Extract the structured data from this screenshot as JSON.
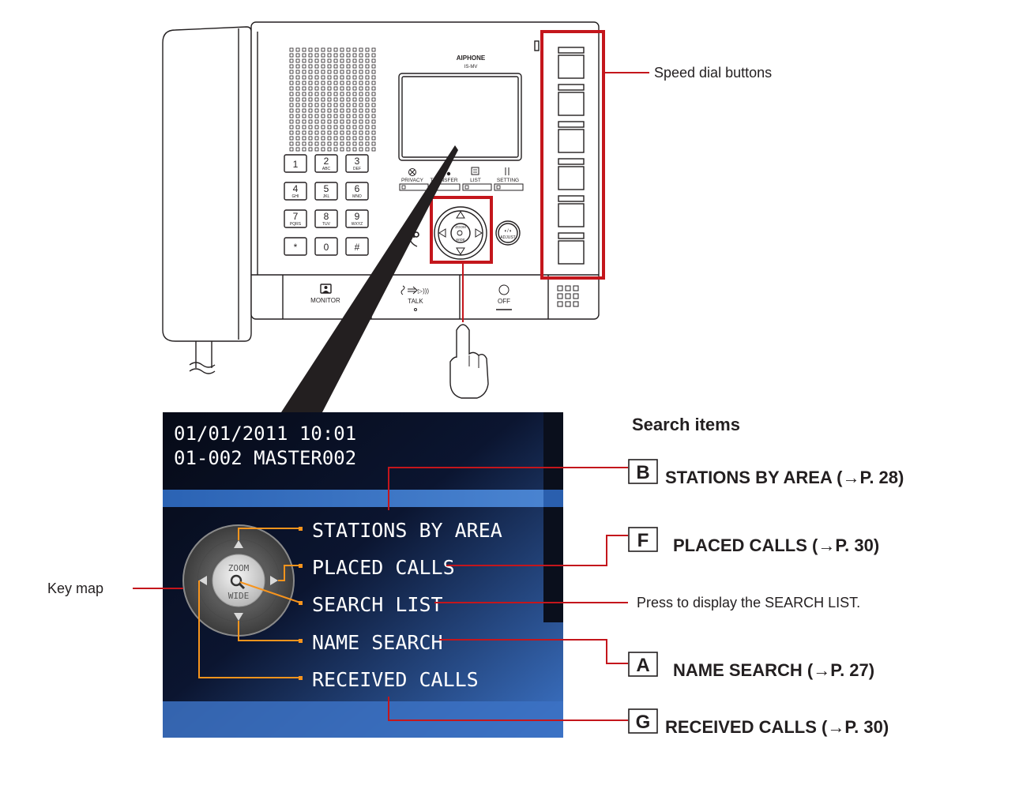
{
  "device": {
    "brand": "AIPHONE",
    "model": "IS-MV",
    "function_buttons": [
      {
        "icon": "privacy-icon",
        "label": "PRIVACY"
      },
      {
        "icon": "transfer-icon",
        "label": "TRANSFER"
      },
      {
        "icon": "list-icon",
        "label": "LIST"
      },
      {
        "icon": "setting-icon",
        "label": "SETTING"
      }
    ],
    "keypad": [
      {
        "digit": "1",
        "letters": ""
      },
      {
        "digit": "2",
        "letters": "ABC"
      },
      {
        "digit": "3",
        "letters": "DEF"
      },
      {
        "digit": "4",
        "letters": "GHI"
      },
      {
        "digit": "5",
        "letters": "JKL"
      },
      {
        "digit": "6",
        "letters": "MNO"
      },
      {
        "digit": "7",
        "letters": "PQRS"
      },
      {
        "digit": "8",
        "letters": "TUV"
      },
      {
        "digit": "9",
        "letters": "WXYZ"
      },
      {
        "digit": "*",
        "letters": ""
      },
      {
        "digit": "0",
        "letters": ""
      },
      {
        "digit": "#",
        "letters": ""
      }
    ],
    "nav_center_top": "ZOOM",
    "nav_center_bottom": "WIDE",
    "adjust_label": "ADJUST",
    "monitor_label": "MONITOR",
    "talk_label": "TALK",
    "off_label": "OFF"
  },
  "callouts": {
    "speed_dial": "Speed dial buttons",
    "key_map": "Key map",
    "search_items_title": "Search items",
    "press_note": "Press to display the SEARCH LIST."
  },
  "screen": {
    "date_time": "01/01/2011 10:01",
    "station": "01-002   MASTER002",
    "menu": [
      "STATIONS BY AREA",
      "PLACED CALLS",
      "SEARCH LIST",
      "NAME SEARCH",
      "RECEIVED CALLS"
    ],
    "keymap_center_top": "ZOOM",
    "keymap_center_bottom": "WIDE"
  },
  "search_items": [
    {
      "letter": "B",
      "text": "STATIONS BY AREA (→P. 28)"
    },
    {
      "letter": "F",
      "text": "PLACED CALLS (→P. 30)"
    },
    {
      "letter": "A",
      "text": "NAME SEARCH (→P. 27)"
    },
    {
      "letter": "G",
      "text": "RECEIVED CALLS (→P. 30)"
    }
  ],
  "colors": {
    "highlight_red": "#c4161c",
    "menu_orange": "#f7941d",
    "lcd_dark": "#0c1426",
    "lcd_blue": "#3a6fc0"
  }
}
